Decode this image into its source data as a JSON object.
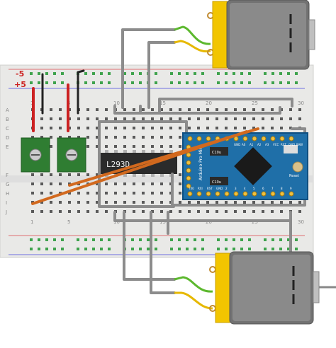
{
  "breadboard": {
    "rail_labels": {
      "minus": "-5",
      "plus": "+5"
    },
    "row_labels": [
      "A",
      "B",
      "C",
      "D",
      "E",
      "F",
      "G",
      "H",
      "I",
      "J"
    ],
    "column_numbers": [
      "1",
      "5",
      "10",
      "15",
      "20",
      "25",
      "30"
    ]
  },
  "chip": {
    "label": "L293D"
  },
  "arduino": {
    "title": "Arduino Pro Mini",
    "pin_labels_top": [
      "GND",
      "A0",
      "A1",
      "A2",
      "A3",
      "VCC",
      "RST",
      "GND",
      "RAW"
    ],
    "pin_labels_bottom": [
      "TX0",
      "RXI",
      "RST",
      "GND",
      "2",
      "3",
      "4",
      "5",
      "6",
      "7",
      "8",
      "9"
    ],
    "reset_label": "Reset",
    "cap_labels": [
      "C10u",
      "C10u"
    ]
  },
  "colors": {
    "rail_red": "#cc2222",
    "wire_gray": "#8c8c8c",
    "wire_orange": "#d2691e",
    "wire_green": "#5cb82e",
    "wire_yellow": "#e6b800",
    "motor_yellow": "#f2c500",
    "board_blue": "#1f6fa8",
    "pot_green": "#2f7d32"
  }
}
